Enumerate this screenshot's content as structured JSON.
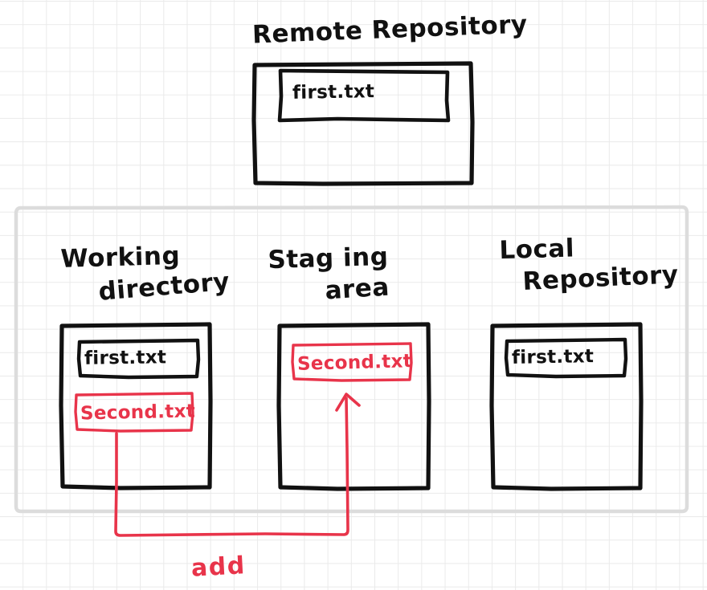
{
  "diagram": {
    "kind": "git-workflow-hand-drawn",
    "colors": {
      "ink": "#111111",
      "accent_red": "#e8344a",
      "grid": "#eaeaea",
      "container_border": "#d8d8d8",
      "background": "#ffffff"
    }
  },
  "remote": {
    "title": "Remote Repository",
    "files": [
      {
        "name": "first.txt",
        "color": "black"
      }
    ]
  },
  "local_container": {
    "columns": [
      {
        "id": "working-directory",
        "title_line1": "Working",
        "title_line2": "directory",
        "files": [
          {
            "name": "first.txt",
            "color": "black"
          },
          {
            "name": "Second.txt",
            "color": "red"
          }
        ]
      },
      {
        "id": "staging-area",
        "title_line1": "Stag ing",
        "title_line2": "area",
        "files": [
          {
            "name": "Second.txt",
            "color": "red"
          }
        ]
      },
      {
        "id": "local-repository",
        "title_line1": "Local",
        "title_line2": "Repository",
        "files": [
          {
            "name": "first.txt",
            "color": "black"
          }
        ]
      }
    ]
  },
  "operations": [
    {
      "id": "add",
      "label": "add",
      "color": "red",
      "from": "working-directory/Second.txt",
      "to": "staging-area/Second.txt"
    }
  ]
}
